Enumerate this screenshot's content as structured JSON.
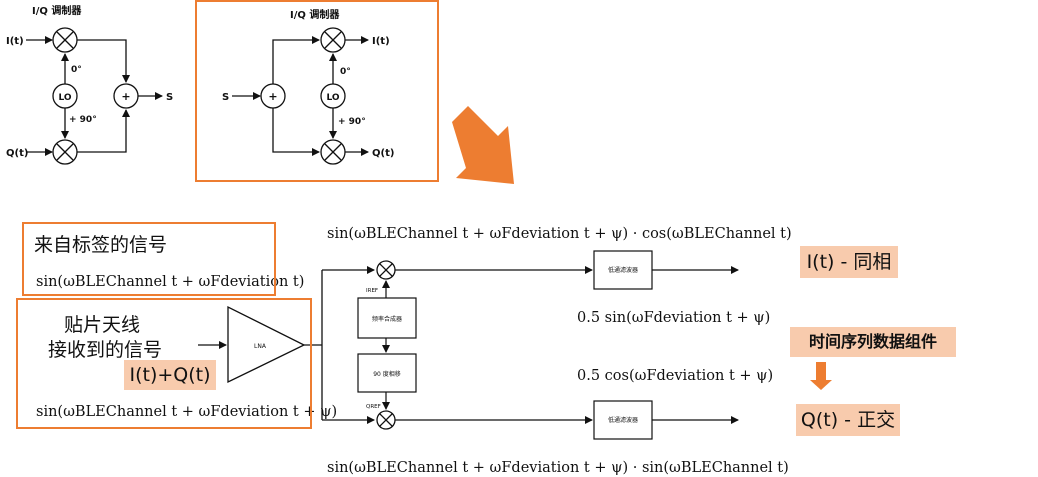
{
  "diagram_modulator": {
    "title": "I/Q 调制器",
    "input_i": "I(t)",
    "input_q": "Q(t)",
    "lo": "LO",
    "phase_0": "0°",
    "phase_90": "+ 90°",
    "sum": "+",
    "output": "S"
  },
  "diagram_demodulator": {
    "title": "I/Q 调制器",
    "input": "S",
    "sum": "+",
    "lo": "LO",
    "phase_0": "0°",
    "phase_90": "+ 90°",
    "output_i": "I(t)",
    "output_q": "Q(t)"
  },
  "receiver": {
    "tag_signal_title": "来自标签的信号",
    "tag_signal_formula": "sin(ωBLEChannel t + ωFdeviation t)",
    "antenna_line1": "贴片天线",
    "antenna_line2": "接收到的信号",
    "antenna_iq": "I(t)+Q(t)",
    "antenna_formula": "sin(ωBLEChannel t + ωFdeviation t + ψ)",
    "lna": "LNA",
    "synth": "频率合成器",
    "shift90": "90 度相移",
    "iref": "IREF",
    "qref": "QREF",
    "lpf_top": "低通滤波器",
    "lpf_bottom": "低通滤波器",
    "formula_top": "sin(ωBLEChannel t + ωFdeviation t + ψ) · cos(ωBLEChannel t)",
    "formula_mid1": "0.5 sin(ωFdeviation t + ψ)",
    "formula_mid2": "0.5 cos(ωFdeviation t + ψ)",
    "formula_bottom": "sin(ωBLEChannel t + ωFdeviation t + ψ) · sin(ωBLEChannel t)",
    "label_i": "I(t) - 同相",
    "label_timeseries": "时间序列数据组件",
    "label_q": "Q(t) - 正交"
  },
  "colors": {
    "accent": "#ED7D31",
    "tag_fill": "#F8CBAD",
    "line": "#111111"
  }
}
